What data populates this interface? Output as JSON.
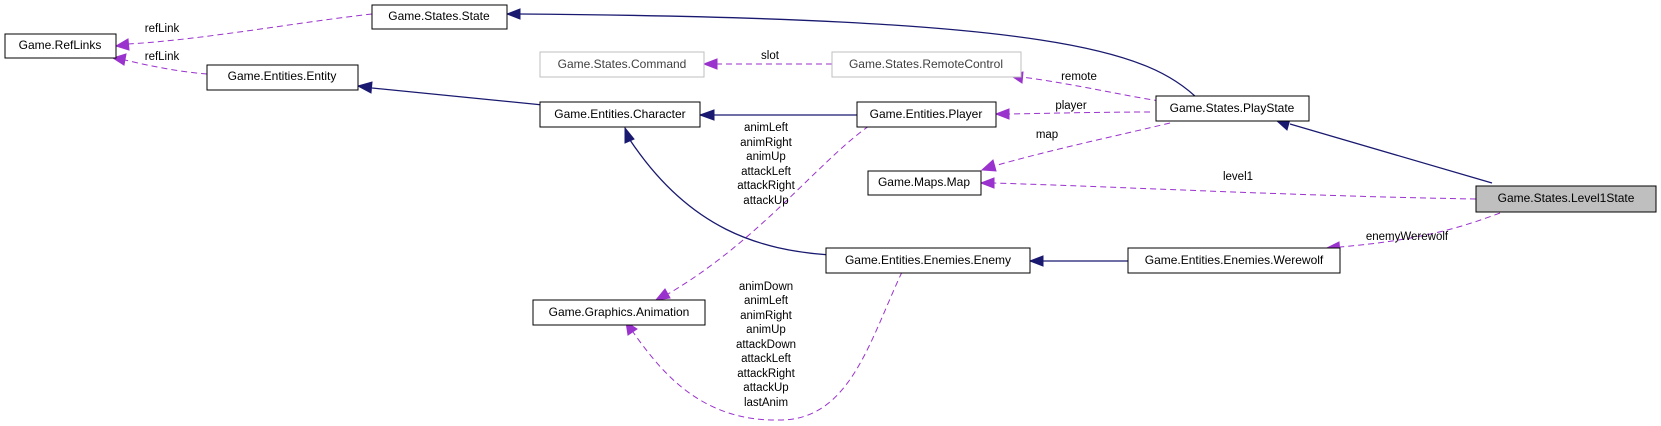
{
  "nodes": {
    "reflinks": "Game.RefLinks",
    "state": "Game.States.State",
    "entity": "Game.Entities.Entity",
    "command": "Game.States.Command",
    "remote_control": "Game.States.RemoteControl",
    "character": "Game.Entities.Character",
    "player": "Game.Entities.Player",
    "play_state": "Game.States.PlayState",
    "map": "Game.Maps.Map",
    "level1_state": "Game.States.Level1State",
    "enemy": "Game.Entities.Enemies.Enemy",
    "werewolf": "Game.Entities.Enemies.Werewolf",
    "animation": "Game.Graphics.Animation"
  },
  "labels": {
    "reflink_state": "refLink",
    "reflink_entity": "refLink",
    "slot": "slot",
    "remote": "remote",
    "player": "player",
    "map": "map",
    "level1": "level1",
    "enemy_werewolf": "enemyWerewolf",
    "player_anims": [
      "animLeft",
      "animRight",
      "animUp",
      "attackLeft",
      "attackRight",
      "attackUp"
    ],
    "enemy_anims": [
      "animDown",
      "animLeft",
      "animRight",
      "animUp",
      "attackDown",
      "attackLeft",
      "attackRight",
      "attackUp",
      "lastAnim"
    ]
  }
}
